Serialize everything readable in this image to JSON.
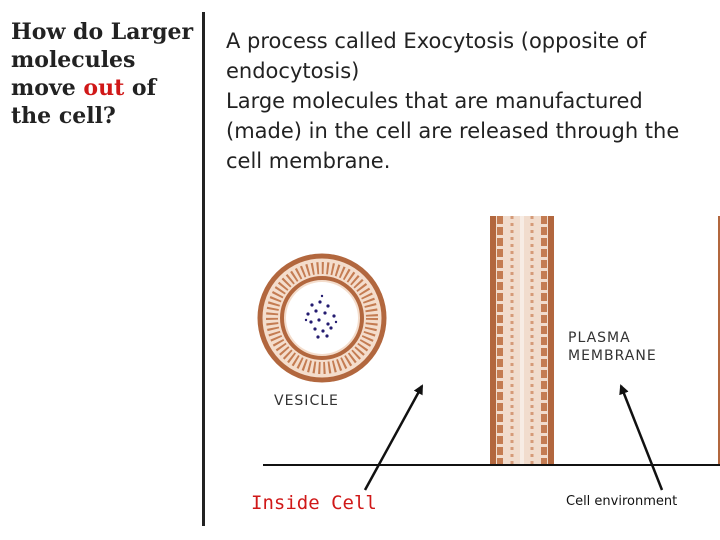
{
  "question": {
    "part1": "How do Larger molecules move ",
    "highlight": "out",
    "part2": " of the cell?"
  },
  "body": {
    "line1": "A process called Exocytosis (opposite of endocytosis)",
    "line2": "Large molecules that are manufactured (made) in the cell are released through the cell membrane."
  },
  "diagram": {
    "vesicle_label": "VESICLE",
    "membrane_label": "PLASMA MEMBRANE",
    "inside_label": "Inside Cell",
    "environment_label": "Cell environment"
  },
  "colors": {
    "heading_text": "#222222",
    "highlight": "#d01818",
    "membrane_brown": "#b2673e",
    "membrane_light": "#e9c5ad",
    "vesicle_core": "#241c70"
  }
}
